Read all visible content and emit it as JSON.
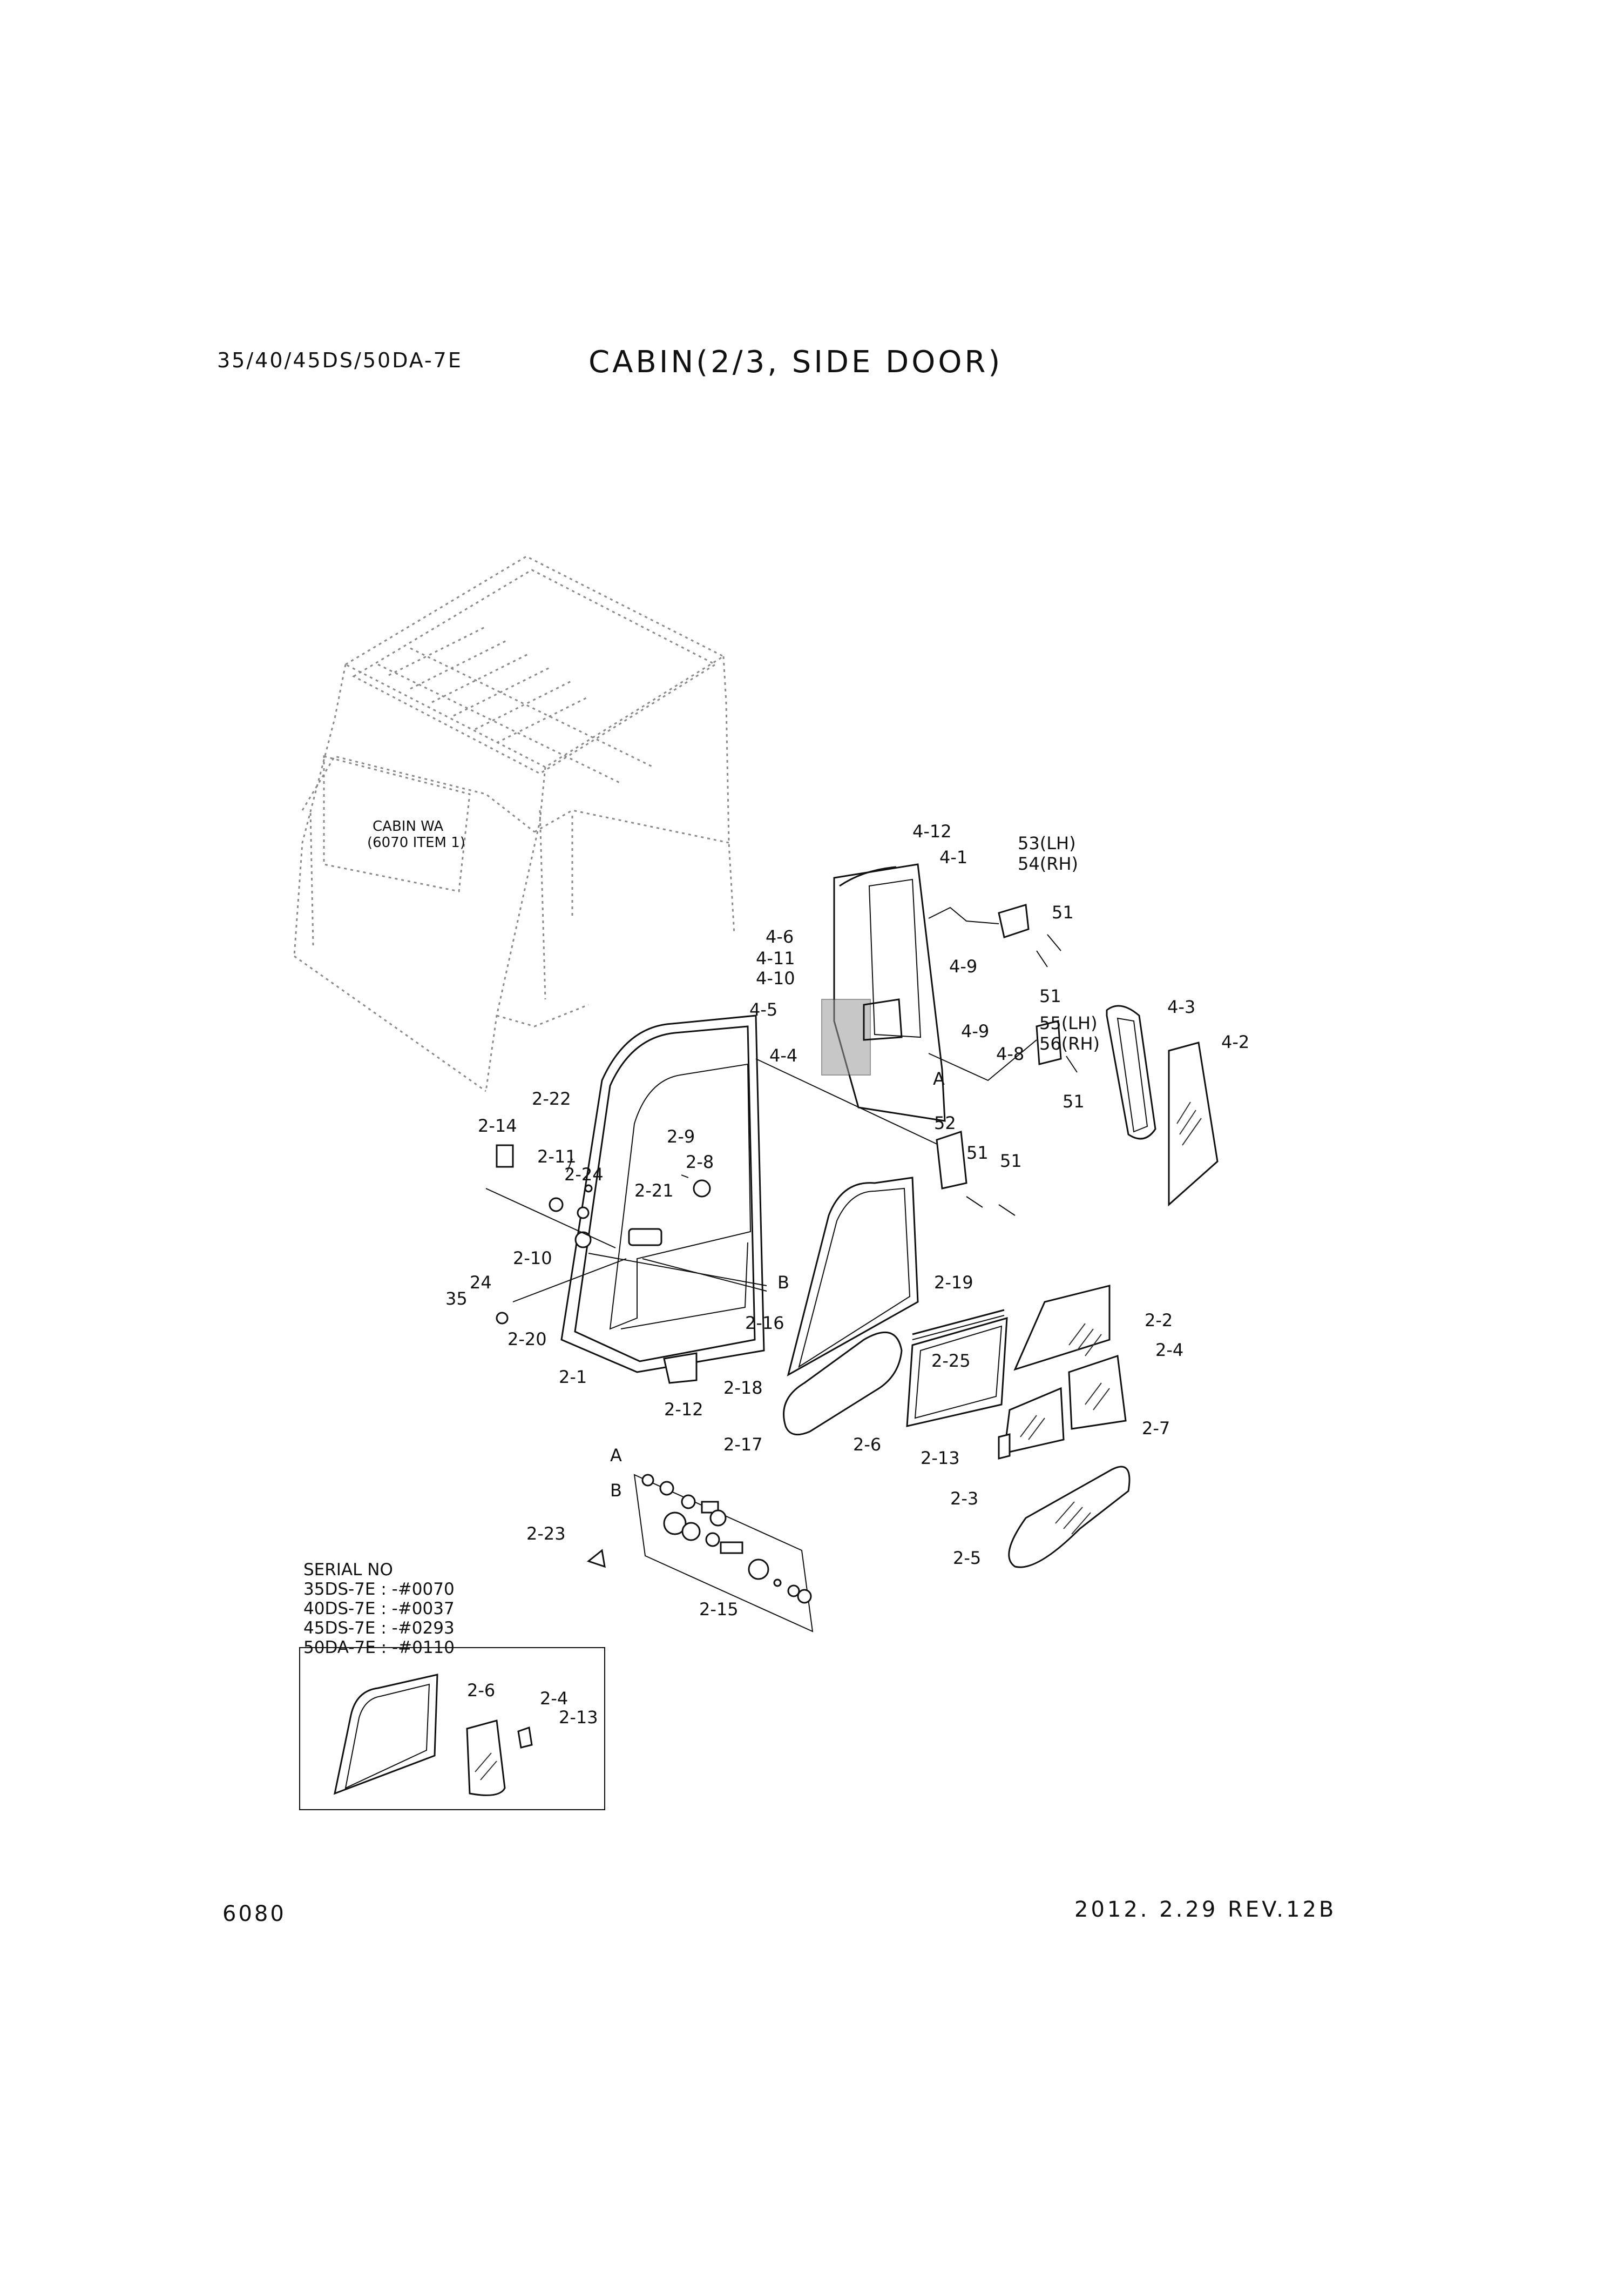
{
  "header": {
    "model": "35/40/45DS/50DA-7E",
    "title": "CABIN(2/3, SIDE DOOR)"
  },
  "footer": {
    "page_number": "6080",
    "revision": "2012. 2.29  REV.12B"
  },
  "cabin_reference": {
    "line1": "CABIN WA",
    "line2": "(6070 ITEM 1)"
  },
  "serial": {
    "heading": "SERIAL NO",
    "rows": [
      "35DS-7E : -#0070",
      "40DS-7E : -#0037",
      "45DS-7E : -#0293",
      "50DA-7E : -#0110"
    ]
  },
  "labels": {
    "p4_12": "4-12",
    "p4_1": "4-1",
    "p53": "53(LH)",
    "p54": "54(RH)",
    "p51a": "51",
    "p51b": "51",
    "p4_6": "4-6",
    "p4_11": "4-11",
    "p4_10": "4-10",
    "p4_9a": "4-9",
    "p4_5": "4-5",
    "p4_4": "4-4",
    "p4_9b": "4-9",
    "p4_8": "4-8",
    "p55": "55(LH)",
    "p56": "56(RH)",
    "p51c": "51",
    "p4_3": "4-3",
    "p4_2": "4-2",
    "pA1": "A",
    "p52": "52",
    "p51d": "51",
    "p51e": "51",
    "p2_22": "2-22",
    "p2_14": "2-14",
    "p2_11": "2-11",
    "p2_24": "2-24",
    "p2_9": "2-9",
    "p2_8": "2-8",
    "p2_21": "2-21",
    "p2_10": "2-10",
    "p24": "24",
    "p35": "35",
    "p2_20": "2-20",
    "p2_1": "2-1",
    "pB1": "B",
    "p2_16": "2-16",
    "p2_12": "2-12",
    "p2_18": "2-18",
    "p2_17": "2-17",
    "p2_19": "2-19",
    "p2_25": "2-25",
    "p2_6": "2-6",
    "p2_2": "2-2",
    "p2_4": "2-4",
    "p2_7": "2-7",
    "p2_13": "2-13",
    "p2_3": "2-3",
    "p2_5": "2-5",
    "pA2": "A",
    "pB2": "B",
    "p2_23": "2-23",
    "p2_15": "2-15",
    "inset_2_6": "2-6",
    "inset_2_4": "2-4",
    "inset_2_13": "2-13"
  }
}
